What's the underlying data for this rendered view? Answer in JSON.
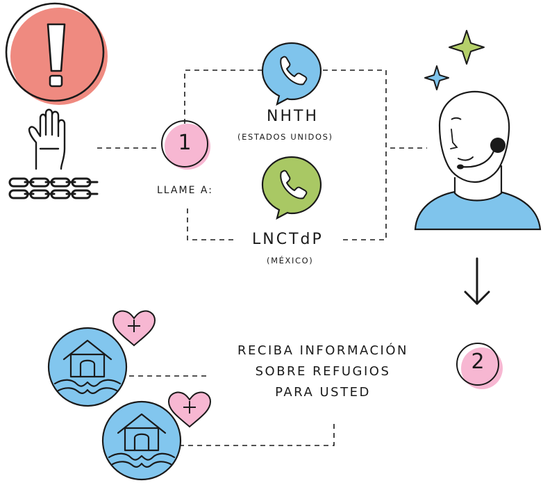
{
  "colors": {
    "alert_red": "#ef8a80",
    "step_pink": "#f7b7d2",
    "phone_blue": "#7fc4ec",
    "phone_green": "#a9c864",
    "house_blue": "#82c6ee",
    "heart_pink": "#f7b7d2",
    "sparkle_green": "#b5d06a",
    "sparkle_blue": "#7fc4ec",
    "shirt_blue": "#7fc4ec",
    "ink": "#1a1a1a"
  },
  "step1": {
    "number": "1",
    "call_label": "LLAME A:"
  },
  "hotlines": [
    {
      "name": "NHTH",
      "region": "(ESTADOS UNIDOS)",
      "icon": "phone-bubble-blue"
    },
    {
      "name": "LNCTdP",
      "region": "(MÉXICO)",
      "icon": "phone-bubble-green"
    }
  ],
  "step2": {
    "number": "2",
    "info_lines": [
      "RECIBA INFORMACIÓN",
      "SOBRE REFUGIOS",
      "PARA USTED"
    ]
  },
  "icons": {
    "alert": "exclamation-icon",
    "trafficking": "chained-hand-icon",
    "operator": "headset-operator-icon",
    "arrow": "arrow-down-icon",
    "shelter": "shelter-house-icon",
    "heart": "heart-plus-icon"
  }
}
